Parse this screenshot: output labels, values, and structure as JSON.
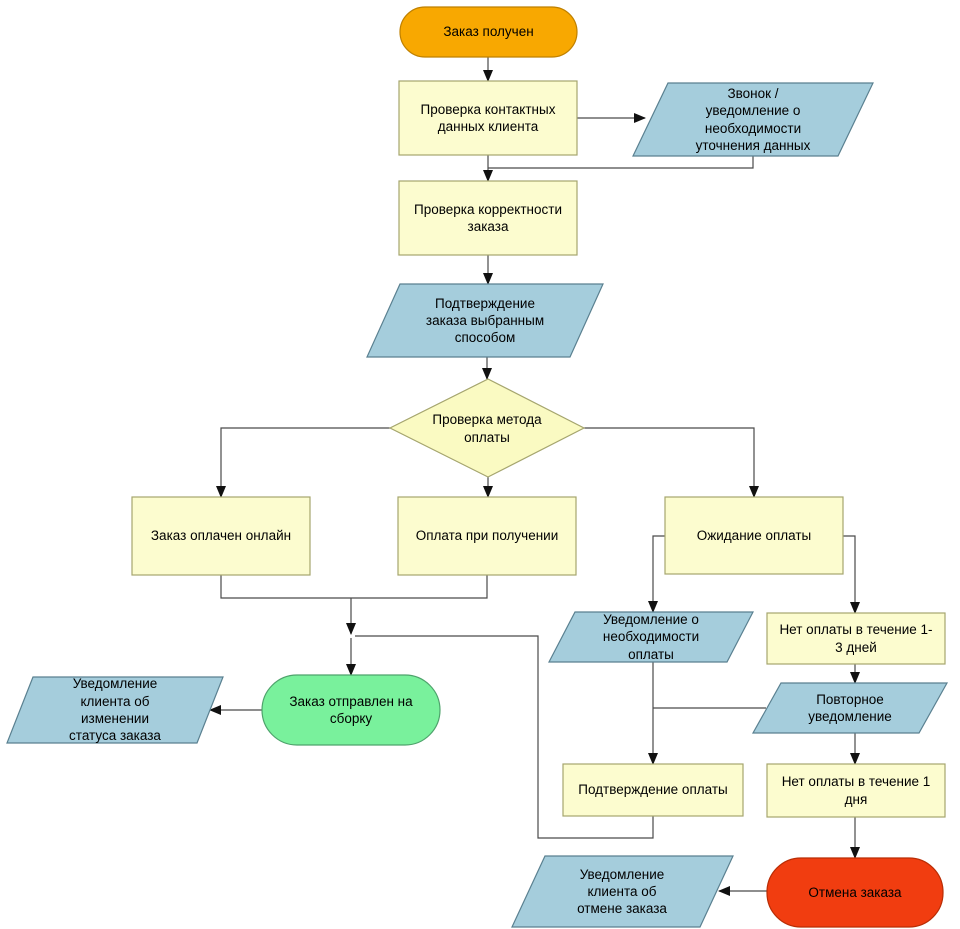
{
  "diagram": {
    "type": "flowchart",
    "language": "ru",
    "palette": {
      "start_fill": "#F8A801",
      "start_stroke": "#BF8000",
      "process_fill": "#FCFCCF",
      "process_stroke": "#A5A56E",
      "decision_fill": "#FAFAC2",
      "decision_stroke": "#A5A56E",
      "data_fill": "#A5CDDC",
      "data_stroke": "#5A8090",
      "success_fill": "#79F19C",
      "success_stroke": "#4FA36C",
      "cancel_fill": "#F13D10",
      "cancel_stroke": "#B92D05",
      "edge_color": "#4a4a4a",
      "text_color": "#000000"
    },
    "nodes": {
      "order_received": {
        "label": "Заказ получен",
        "shape": "terminator"
      },
      "check_contacts": {
        "label": "Проверка контактных\nданных клиента",
        "shape": "process"
      },
      "call_clarify": {
        "label": "Звонок /\nуведомление о\nнеобходимости\nуточнения данных",
        "shape": "data"
      },
      "check_order": {
        "label": "Проверка корректности\nзаказа",
        "shape": "process"
      },
      "confirm_order": {
        "label": "Подтверждение\nзаказа выбранным\nспособом",
        "shape": "data"
      },
      "payment_method": {
        "label": "Проверка метода\nоплаты",
        "shape": "decision"
      },
      "paid_online": {
        "label": "Заказ оплачен онлайн",
        "shape": "process"
      },
      "pay_on_delivery": {
        "label": "Оплата при получении",
        "shape": "process"
      },
      "awaiting_payment": {
        "label": "Ожидание оплаты",
        "shape": "process"
      },
      "payment_needed_notice": {
        "label": "Уведомление о\nнеобходимости\nоплаты",
        "shape": "data"
      },
      "no_payment_1_3_days": {
        "label": "Нет оплаты в течение 1-\n3 дней",
        "shape": "process"
      },
      "status_change_notice": {
        "label": "Уведомление\nклиента об\nизменении\nстатуса заказа",
        "shape": "data"
      },
      "sent_to_assembly": {
        "label": "Заказ отправлен на\nсборку",
        "shape": "terminator"
      },
      "repeat_notice": {
        "label": "Повторное\nуведомление",
        "shape": "data"
      },
      "payment_confirmation": {
        "label": "Подтверждение оплаты",
        "shape": "process"
      },
      "no_payment_1_day": {
        "label": "Нет оплаты в течение 1\nдня",
        "shape": "process"
      },
      "cancel_notice": {
        "label": "Уведомление\nклиента об\nотмене заказа",
        "shape": "data"
      },
      "order_cancelled": {
        "label": "Отмена заказа",
        "shape": "terminator"
      }
    },
    "edges": [
      {
        "from": "order_received",
        "to": "check_contacts"
      },
      {
        "from": "check_contacts",
        "to": "call_clarify"
      },
      {
        "from": "check_contacts",
        "to": "check_order"
      },
      {
        "from": "call_clarify",
        "to": "check_order"
      },
      {
        "from": "check_order",
        "to": "confirm_order"
      },
      {
        "from": "confirm_order",
        "to": "payment_method"
      },
      {
        "from": "payment_method",
        "to": "paid_online"
      },
      {
        "from": "payment_method",
        "to": "pay_on_delivery"
      },
      {
        "from": "payment_method",
        "to": "awaiting_payment"
      },
      {
        "from": "paid_online",
        "to": "sent_to_assembly"
      },
      {
        "from": "pay_on_delivery",
        "to": "sent_to_assembly"
      },
      {
        "from": "payment_confirmation",
        "to": "sent_to_assembly"
      },
      {
        "from": "sent_to_assembly",
        "to": "status_change_notice"
      },
      {
        "from": "awaiting_payment",
        "to": "payment_needed_notice"
      },
      {
        "from": "awaiting_payment",
        "to": "no_payment_1_3_days"
      },
      {
        "from": "payment_needed_notice",
        "to": "payment_confirmation"
      },
      {
        "from": "repeat_notice",
        "to": "payment_confirmation"
      },
      {
        "from": "no_payment_1_3_days",
        "to": "repeat_notice"
      },
      {
        "from": "repeat_notice",
        "to": "no_payment_1_day"
      },
      {
        "from": "no_payment_1_day",
        "to": "order_cancelled"
      },
      {
        "from": "order_cancelled",
        "to": "cancel_notice"
      }
    ]
  }
}
